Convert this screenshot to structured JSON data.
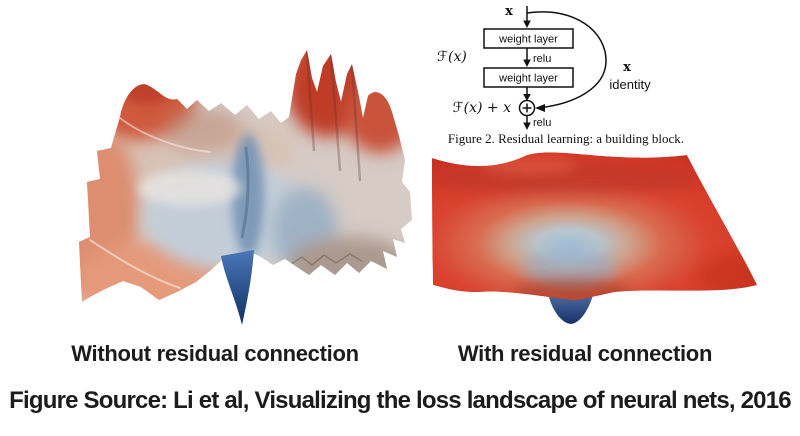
{
  "figure": {
    "left_caption": "Without residual connection",
    "right_caption": "With residual connection",
    "source_line": "Figure Source: Li et al, Visualizing the loss landscape of neural nets, 2016"
  },
  "residual_block": {
    "input": "x",
    "weight_layer_1": "weight layer",
    "relu_mid": "relu",
    "weight_layer_2": "weight layer",
    "fx": "ℱ(x)",
    "sum_output": "ℱ(x) + x",
    "plus_symbol": "+",
    "relu_out": "relu",
    "identity_x": "x",
    "identity": "identity",
    "caption": "Figure 2. Residual learning: a building block."
  },
  "surfaces": {
    "left": {
      "type": "3d-surface",
      "description": "Chaotic loss landscape: many sharp peaks and minima, red high regions, pale gray mid, blue deep valley spike at bottom center",
      "colormap": [
        "#b93a28",
        "#df8f72",
        "#d9d1cb",
        "#7d9ab8",
        "#1f3c78"
      ]
    },
    "right": {
      "type": "3d-surface",
      "description": "Smooth loss landscape: flat red sheet with one convex blue basin and a narrow blue funnel descending below the surface",
      "colormap": [
        "#d63a27",
        "#d0a28c",
        "#9fc0da",
        "#1c3a6f"
      ]
    }
  }
}
